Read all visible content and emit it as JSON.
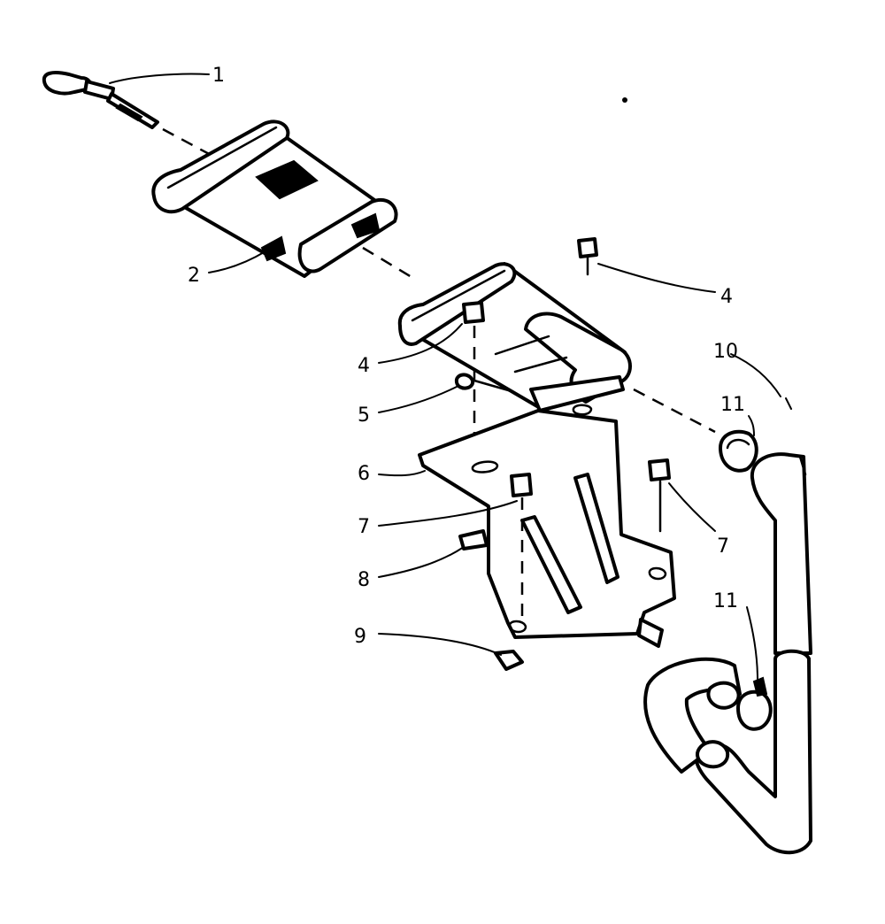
{
  "diagram": {
    "callouts": {
      "c1": "1",
      "c2": "2",
      "c4a": "4",
      "c4b": "4",
      "c5": "5",
      "c6": "6",
      "c7a": "7",
      "c7b": "7",
      "c8": "8",
      "c9": "9",
      "c10": "10",
      "c11a": "11",
      "c11b": "11"
    }
  }
}
